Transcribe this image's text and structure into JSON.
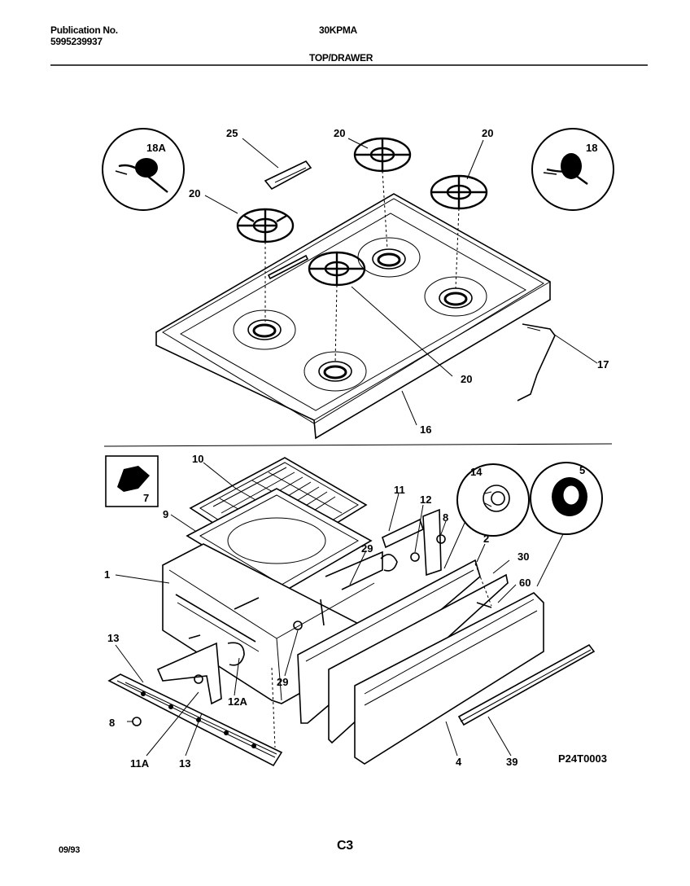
{
  "header": {
    "publication_label": "Publication No.",
    "publication_number": "5995239937",
    "model": "30KPMA",
    "section": "TOP/DRAWER"
  },
  "footer": {
    "date": "09/93",
    "page": "C3",
    "diagram_id": "P24T0003"
  },
  "callouts": {
    "c18A": "18A",
    "c25": "25",
    "c20a": "20",
    "c20b": "20",
    "c20c": "20",
    "c20d": "20",
    "c18": "18",
    "c17": "17",
    "c16": "16",
    "c10": "10",
    "c7": "7",
    "c9": "9",
    "c11": "11",
    "c12": "12",
    "c8a": "8",
    "c14": "14",
    "c5": "5",
    "c1": "1",
    "c29a": "29",
    "c2": "2",
    "c30": "30",
    "c60": "60",
    "c13a": "13",
    "c12A": "12A",
    "c29b": "29",
    "c8b": "8",
    "c11A": "11A",
    "c13b": "13",
    "c4": "4",
    "c39": "39"
  }
}
